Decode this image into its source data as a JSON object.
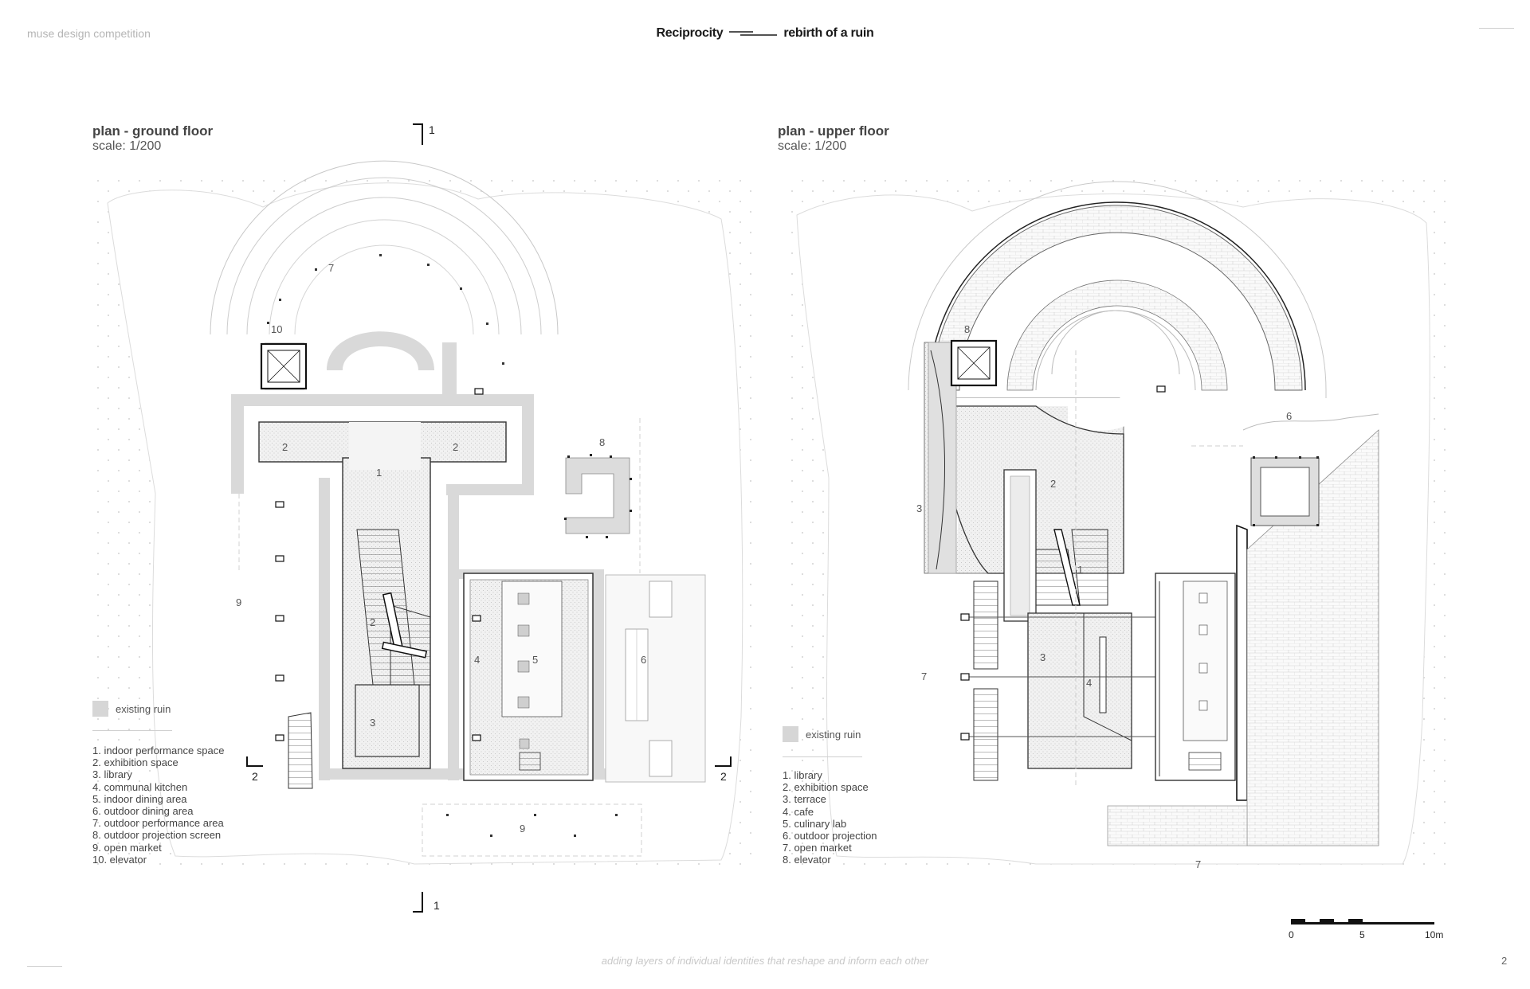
{
  "header": {
    "brand": "muse design competition",
    "title_left": "Reciprocity",
    "title_right": "rebirth of a ruin"
  },
  "ground": {
    "title": "plan - ground floor",
    "scale": "scale: 1/200",
    "legend_label": "existing ruin",
    "legend": [
      "1. indoor performance space",
      "2. exhibition space",
      "3. library",
      "4. communal kitchen",
      "5. indoor dining area",
      "6. outdoor dining area",
      "7. outdoor performance area",
      "8. outdoor projection screen",
      "9. open market",
      "10. elevator"
    ],
    "labels": {
      "l1": "1",
      "l2a": "2",
      "l2b": "2",
      "l2c": "2",
      "l3": "3",
      "l4": "4",
      "l5": "5",
      "l6": "6",
      "l7": "7",
      "l8": "8",
      "l9a": "9",
      "l9b": "9",
      "l10": "10"
    }
  },
  "upper": {
    "title": "plan - upper floor",
    "scale": "scale: 1/200",
    "legend_label": "existing ruin",
    "legend": [
      "1. library",
      "2. exhibition space",
      "3. terrace",
      "4. cafe",
      "5. culinary lab",
      "6. outdoor projection",
      "7. open market",
      "8. elevator"
    ],
    "labels": {
      "l1": "1",
      "l2": "2",
      "l3a": "3",
      "l3b": "3",
      "l4": "4",
      "l6": "6",
      "l7a": "7",
      "l7b": "7",
      "l8": "8"
    }
  },
  "sections": {
    "s1_top": "1",
    "s1_bottom": "1",
    "s2_left": "2",
    "s2_right": "2"
  },
  "scalebar": {
    "t0": "0",
    "t5": "5",
    "t10": "10m"
  },
  "footer": {
    "tagline": "adding layers of individual identities that reshape and inform each other",
    "page": "2"
  },
  "colors": {
    "ruin": "#d6d6d6",
    "line": "#2b2b2b",
    "faint": "#c9c9c9"
  }
}
